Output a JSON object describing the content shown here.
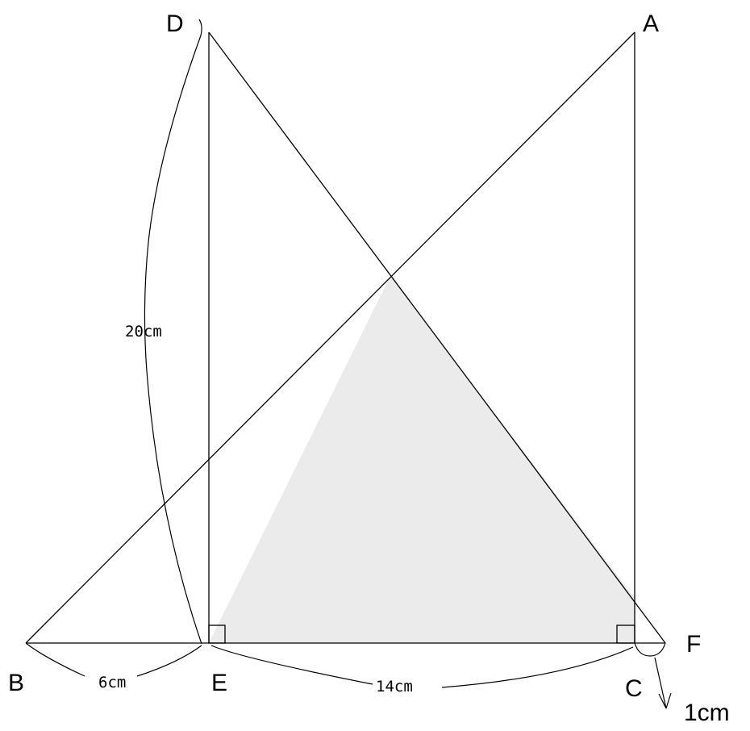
{
  "figure": {
    "vertices": {
      "A": "A",
      "B": "B",
      "C": "C",
      "D": "D",
      "E": "E",
      "F": "F"
    },
    "measurements": {
      "height_DE": "20cm",
      "segment_BE": "6cm",
      "segment_EC": "14cm",
      "segment_CF": "1cm"
    },
    "shaded_color": "#ebebeb",
    "line_color": "#000000"
  }
}
